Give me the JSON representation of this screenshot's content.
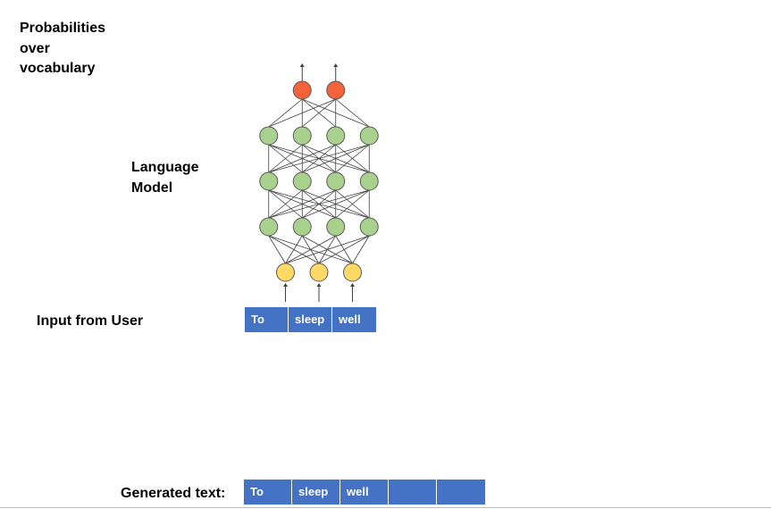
{
  "labels": {
    "probabilities": "Probabilities\nover\nvocabulary",
    "language_model": "Language\nModel",
    "input": "Input from User",
    "generated": "Generated text:"
  },
  "input_tokens": [
    "To",
    "sleep",
    "well"
  ],
  "generated_tokens": [
    "To",
    "sleep",
    "well",
    "",
    ""
  ],
  "network": {
    "layers": [
      {
        "role": "input",
        "count": 3,
        "color": "#ffd966"
      },
      {
        "role": "hidden",
        "count": 4,
        "color": "#a9d18e"
      },
      {
        "role": "hidden",
        "count": 4,
        "color": "#a9d18e"
      },
      {
        "role": "hidden",
        "count": 4,
        "color": "#a9d18e"
      },
      {
        "role": "output",
        "count": 2,
        "color": "#f4623a"
      }
    ],
    "edge_color": "#404040"
  },
  "colors": {
    "token_fill": "#4472c4",
    "token_text": "#ffffff",
    "node_stroke": "#595959"
  }
}
